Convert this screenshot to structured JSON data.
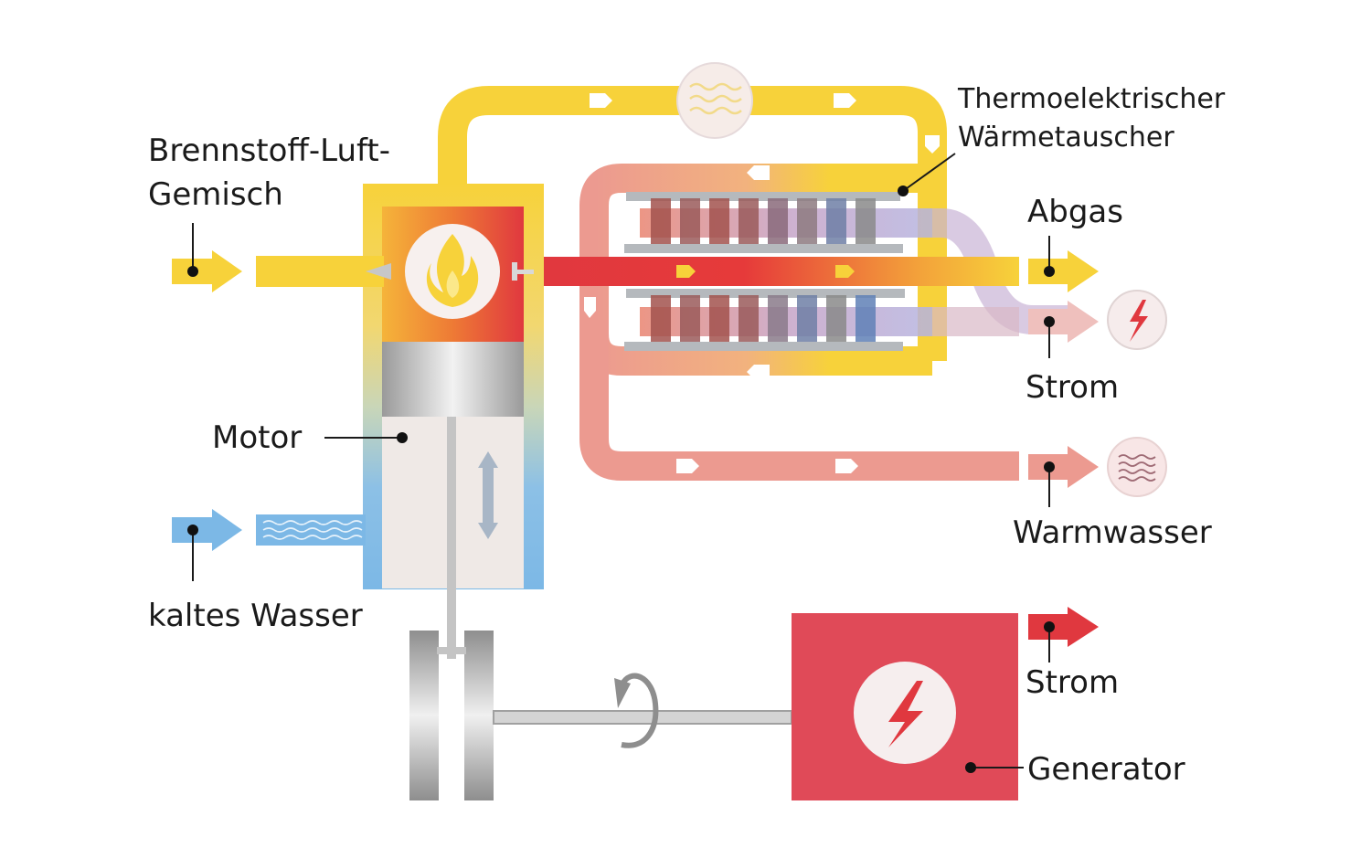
{
  "diagram": {
    "title": "",
    "labels": {
      "fuel_air_line1": "Brennstoff-Luft-",
      "fuel_air_line2": "Gemisch",
      "heat_exchanger_line1": "Thermoelektrischer",
      "heat_exchanger_line2": "Wärmetauscher",
      "exhaust": "Abgas",
      "power_te": "Strom",
      "hot_water": "Warmwasser",
      "motor": "Motor",
      "cold_water": "kaltes Wasser",
      "power_gen": "Strom",
      "generator": "Generator"
    },
    "colors": {
      "fuel_yellow": "#f7d23a",
      "hot_red": "#e0383f",
      "warm_salmon": "#ec9a90",
      "cold_blue": "#7cb8e6",
      "generator_red": "#e04a58",
      "metal_gray": "#a8a8a8",
      "motor_body": "#efe9e6"
    },
    "icons": {
      "flame": "flame-icon",
      "heat_waves": "heat-waves-icon",
      "lightning": "lightning-icon",
      "water_waves": "water-waves-icon",
      "rotation": "rotation-arrow-icon",
      "stroke": "up-down-arrow-icon"
    }
  }
}
